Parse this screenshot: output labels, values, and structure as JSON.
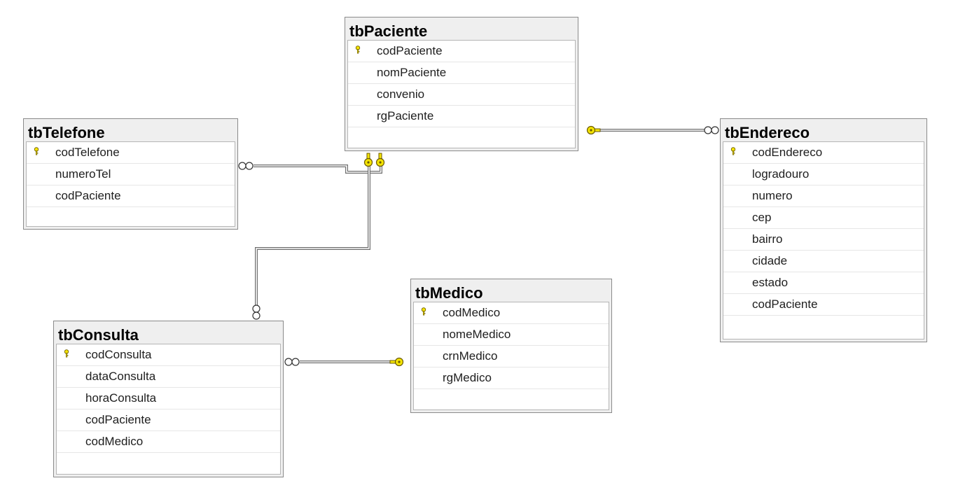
{
  "tables": {
    "paciente": {
      "name": "tbPaciente",
      "columns": [
        {
          "name": "codPaciente",
          "pk": true
        },
        {
          "name": "nomPaciente",
          "pk": false
        },
        {
          "name": "convenio",
          "pk": false
        },
        {
          "name": "rgPaciente",
          "pk": false
        }
      ]
    },
    "telefone": {
      "name": "tbTelefone",
      "columns": [
        {
          "name": "codTelefone",
          "pk": true
        },
        {
          "name": "numeroTel",
          "pk": false
        },
        {
          "name": "codPaciente",
          "pk": false
        }
      ]
    },
    "endereco": {
      "name": "tbEndereco",
      "columns": [
        {
          "name": "codEndereco",
          "pk": true
        },
        {
          "name": "logradouro",
          "pk": false
        },
        {
          "name": "numero",
          "pk": false
        },
        {
          "name": "cep",
          "pk": false
        },
        {
          "name": "bairro",
          "pk": false
        },
        {
          "name": "cidade",
          "pk": false
        },
        {
          "name": "estado",
          "pk": false
        },
        {
          "name": "codPaciente",
          "pk": false
        }
      ]
    },
    "consulta": {
      "name": "tbConsulta",
      "columns": [
        {
          "name": "codConsulta",
          "pk": true
        },
        {
          "name": "dataConsulta",
          "pk": false
        },
        {
          "name": "horaConsulta",
          "pk": false
        },
        {
          "name": "codPaciente",
          "pk": false
        },
        {
          "name": "codMedico",
          "pk": false
        }
      ]
    },
    "medico": {
      "name": "tbMedico",
      "columns": [
        {
          "name": "codMedico",
          "pk": true
        },
        {
          "name": "nomeMedico",
          "pk": false
        },
        {
          "name": "crnMedico",
          "pk": false
        },
        {
          "name": "rgMedico",
          "pk": false
        }
      ]
    }
  },
  "relationships": [
    {
      "from": "telefone",
      "to": "paciente",
      "from_end": "many",
      "to_end": "one"
    },
    {
      "from": "consulta",
      "to": "paciente",
      "from_end": "many",
      "to_end": "one"
    },
    {
      "from": "endereco",
      "to": "paciente",
      "from_end": "many",
      "to_end": "one"
    },
    {
      "from": "consulta",
      "to": "medico",
      "from_end": "many",
      "to_end": "one"
    }
  ],
  "colors": {
    "key": "#f4e400",
    "key_stroke": "#6b5a00",
    "connector": "#6e6e6e"
  }
}
